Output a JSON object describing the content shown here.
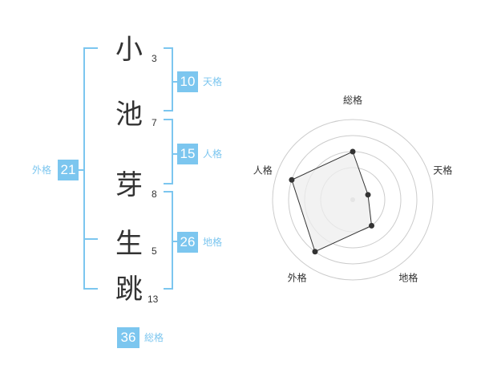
{
  "name_chars": [
    {
      "char": "小",
      "strokes": "3"
    },
    {
      "char": "池",
      "strokes": "7"
    },
    {
      "char": "芽",
      "strokes": "8"
    },
    {
      "char": "生",
      "strokes": "5"
    },
    {
      "char": "跳",
      "strokes": "13"
    }
  ],
  "fortunes": {
    "tenkaku": {
      "value": "10",
      "label": "天格"
    },
    "jinkaku": {
      "value": "15",
      "label": "人格"
    },
    "chikaku": {
      "value": "26",
      "label": "地格"
    },
    "gaikaku": {
      "value": "21",
      "label": "外格"
    },
    "soukaku": {
      "value": "36",
      "label": "総格"
    }
  },
  "colors": {
    "accent": "#7cc6ef",
    "text": "#333333",
    "ring": "#cccccc",
    "fill": "#eeeeee"
  },
  "chart_data": {
    "type": "radar",
    "axes": [
      "総格",
      "天格",
      "地格",
      "外格",
      "人格"
    ],
    "values": [
      3,
      1,
      2,
      4,
      4
    ],
    "rings": 4,
    "range": [
      0,
      5
    ]
  }
}
